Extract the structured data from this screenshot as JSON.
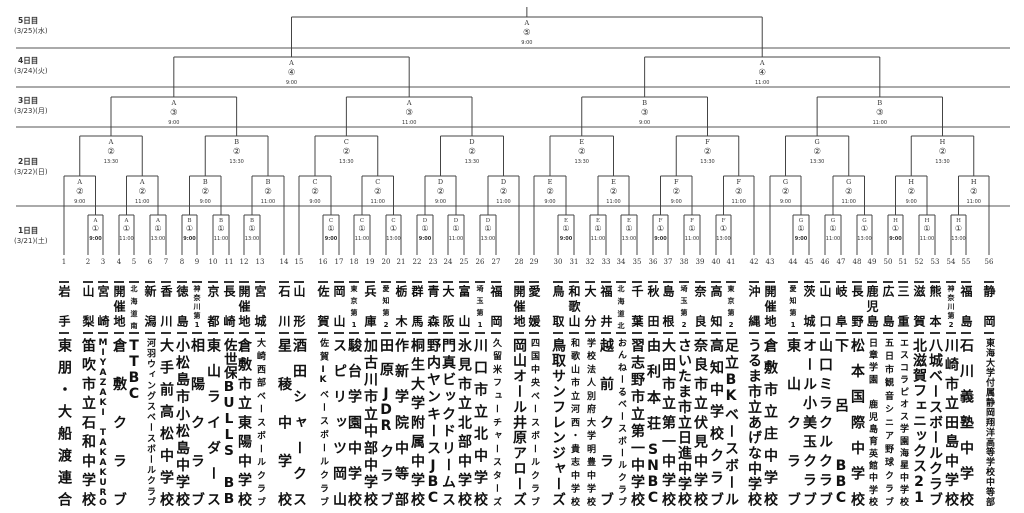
{
  "days": [
    {
      "label": "5日目",
      "date": "(3/25)(水)"
    },
    {
      "label": "4日目",
      "date": "(3/24)(火)"
    },
    {
      "label": "3日目",
      "date": "(3/23)(月)"
    },
    {
      "label": "2日目",
      "date": "(3/22)(日)"
    },
    {
      "label": "1日目",
      "date": "(3/21)(土)"
    }
  ],
  "teams": [
    {
      "no": "1",
      "pref": "岩手",
      "name": "東朋・大船渡連合"
    },
    {
      "no": "2",
      "pref": "山梨",
      "name": "笛吹市立石和中学校"
    },
    {
      "no": "3",
      "pref": "宮崎",
      "name": "MIYAZAKI TAKAKURO"
    },
    {
      "no": "4",
      "pref": "開催地",
      "name": "倉敷クラブ"
    },
    {
      "no": "5",
      "pref": "北海道南",
      "name": "TTBC"
    },
    {
      "no": "6",
      "pref": "新潟",
      "name": "河羽ウィングスベースボールクラブ"
    },
    {
      "no": "7",
      "pref": "香川",
      "name": "大手前高松中学校"
    },
    {
      "no": "8",
      "pref": "徳島",
      "name": "小松島市小松島中学校"
    },
    {
      "no": "9",
      "pref": "神奈川第1",
      "name": "相陽クラブ"
    },
    {
      "no": "10",
      "pref": "京都",
      "name": "東山ライダース"
    },
    {
      "no": "11",
      "pref": "長崎",
      "name": "佐世保BULLS BBC"
    },
    {
      "no": "12",
      "pref": "開催地",
      "name": "倉敷市立東陽中学校"
    },
    {
      "no": "13",
      "pref": "宮城",
      "name": "大崎西部ベースボールクラブ"
    },
    {
      "no": "14",
      "pref": "石川",
      "name": "星稜中学校"
    },
    {
      "no": "15",
      "pref": "山形",
      "name": "酒田シャークス"
    },
    {
      "no": "16",
      "pref": "佐賀",
      "name": "佐賀IKベースボールクラブ"
    },
    {
      "no": "17",
      "pref": "岡山",
      "name": "スピリッツ岡山"
    },
    {
      "no": "18",
      "pref": "東京第1",
      "name": "駿台学園中学校"
    },
    {
      "no": "19",
      "pref": "兵庫",
      "name": "加古川市立中部中学校"
    },
    {
      "no": "20",
      "pref": "愛知第2",
      "name": "田原JDRクラブ"
    },
    {
      "no": "21",
      "pref": "栃木",
      "name": "作新学院中等部"
    },
    {
      "no": "22",
      "pref": "群馬",
      "name": "桐生大学附属中学校"
    },
    {
      "no": "23",
      "pref": "青森",
      "name": "野内ヤンキースJBC"
    },
    {
      "no": "24",
      "pref": "大阪",
      "name": "門真ビックドリームス"
    },
    {
      "no": "25",
      "pref": "富山",
      "name": "氷見市立北部中学校"
    },
    {
      "no": "26",
      "pref": "埼玉第1",
      "name": "川口市立北中学校"
    },
    {
      "no": "27",
      "pref": "福岡",
      "name": "久留米フューチャースターズ"
    },
    {
      "no": "28",
      "pref": "開催地",
      "name": "岡山オール井原アローズ"
    },
    {
      "no": "29",
      "pref": "愛媛",
      "name": "四国中央ベースボールクラブ"
    },
    {
      "no": "30",
      "pref": "鳥取",
      "name": "鳥取サンフレンジャーズ"
    },
    {
      "no": "31",
      "pref": "和歌山",
      "name": "和歌山市立河西・貴志中学校"
    },
    {
      "no": "32",
      "pref": "大分",
      "name": "学校法人別府大学明豊中学校"
    },
    {
      "no": "33",
      "pref": "福井",
      "name": "越前クラブ"
    },
    {
      "no": "34",
      "pref": "北海道北",
      "name": "おんねーるベースボールクラブ"
    },
    {
      "no": "35",
      "pref": "千葉",
      "name": "習志野市立第一中学校"
    },
    {
      "no": "36",
      "pref": "秋田",
      "name": "由利本荘SNBC"
    },
    {
      "no": "37",
      "pref": "島根",
      "name": "大田市立第一中学校"
    },
    {
      "no": "38",
      "pref": "埼玉第2",
      "name": "さいたま市立日進中学校"
    },
    {
      "no": "39",
      "pref": "奈良",
      "name": "奈良市立伏見中学校"
    },
    {
      "no": "40",
      "pref": "高知",
      "name": "高知中学校クラブ"
    },
    {
      "no": "41",
      "pref": "東京第2",
      "name": "足立BKベースボール"
    },
    {
      "no": "42",
      "pref": "沖縄",
      "name": "うるま市立あげな中学校"
    },
    {
      "no": "43",
      "pref": "開催地",
      "name": "倉敷市立庄中学校"
    },
    {
      "no": "44",
      "pref": "愛知第1",
      "name": "東山クラブ"
    },
    {
      "no": "45",
      "pref": "茨城",
      "name": "オール小美玉クラブ"
    },
    {
      "no": "46",
      "pref": "山口",
      "name": "山口ミラクルクラブ"
    },
    {
      "no": "47",
      "pref": "岐阜",
      "name": "下呂BBC"
    },
    {
      "no": "48",
      "pref": "長野",
      "name": "松本国際中学校"
    },
    {
      "no": "49",
      "pref": "鹿児島",
      "name": "日章学園 鹿児島育英館中学校"
    },
    {
      "no": "50",
      "pref": "広島",
      "name": "五日市観音シニア野球クラブ"
    },
    {
      "no": "51",
      "pref": "三重",
      "name": "エスコラピオス学園海星中学校"
    },
    {
      "no": "52",
      "pref": "滋賀",
      "name": "北滋賀フェニックス21"
    },
    {
      "no": "53",
      "pref": "熊本",
      "name": "八城ベースボールクラブ"
    },
    {
      "no": "54",
      "pref": "神奈川第2",
      "name": "川崎市立田島中学校"
    },
    {
      "no": "55",
      "pref": "福島",
      "name": "石川義塾中学校"
    },
    {
      "no": "56",
      "pref": "静岡",
      "name": "東海大学付属静岡翔洋高等学校中等部"
    }
  ],
  "bracket": {
    "b": "A",
    "r": "⑤",
    "t": "9:00",
    "lv": 6,
    "c": [
      {
        "b": "A",
        "r": "④",
        "t": "9:00",
        "lv": 5,
        "c": [
          {
            "b": "A",
            "r": "③",
            "t": "9:00",
            "lv": 4,
            "c": [
              {
                "b": "A",
                "r": "②",
                "t": "13:30",
                "lv": 3,
                "c": [
                  {
                    "b": "A",
                    "r": "②",
                    "t": "9:00",
                    "lv": 2,
                    "c": [
                      1,
                      {
                        "b": "A",
                        "r": "①",
                        "t": "9:00",
                        "lv": 1,
                        "c": [
                          2,
                          3
                        ]
                      }
                    ]
                  },
                  {
                    "b": "A",
                    "r": "②",
                    "t": "11:00",
                    "lv": 2,
                    "c": [
                      {
                        "b": "A",
                        "r": "①",
                        "t": "11:00",
                        "lv": 1,
                        "c": [
                          4,
                          5
                        ]
                      },
                      {
                        "b": "A",
                        "r": "①",
                        "t": "13:00",
                        "lv": 1,
                        "c": [
                          6,
                          7
                        ]
                      }
                    ]
                  }
                ]
              },
              {
                "b": "B",
                "r": "②",
                "t": "13:30",
                "lv": 3,
                "c": [
                  {
                    "b": "B",
                    "r": "②",
                    "t": "9:00",
                    "lv": 2,
                    "c": [
                      {
                        "b": "B",
                        "r": "①",
                        "t": "9:00",
                        "lv": 1,
                        "c": [
                          8,
                          9
                        ]
                      },
                      {
                        "b": "B",
                        "r": "①",
                        "t": "11:00",
                        "lv": 1,
                        "c": [
                          10,
                          11
                        ]
                      }
                    ]
                  },
                  {
                    "b": "B",
                    "r": "②",
                    "t": "11:00",
                    "lv": 2,
                    "c": [
                      {
                        "b": "B",
                        "r": "①",
                        "t": "13:00",
                        "lv": 1,
                        "c": [
                          12,
                          13
                        ]
                      },
                      14
                    ]
                  }
                ]
              }
            ]
          },
          {
            "b": "A",
            "r": "③",
            "t": "11:00",
            "lv": 4,
            "c": [
              {
                "b": "C",
                "r": "②",
                "t": "13:30",
                "lv": 3,
                "c": [
                  {
                    "b": "C",
                    "r": "②",
                    "t": "9:00",
                    "lv": 2,
                    "c": [
                      15,
                      {
                        "b": "C",
                        "r": "①",
                        "t": "9:00",
                        "lv": 1,
                        "c": [
                          16,
                          17
                        ]
                      }
                    ]
                  },
                  {
                    "b": "C",
                    "r": "②",
                    "t": "11:00",
                    "lv": 2,
                    "c": [
                      {
                        "b": "C",
                        "r": "①",
                        "t": "11:00",
                        "lv": 1,
                        "c": [
                          18,
                          19
                        ]
                      },
                      {
                        "b": "C",
                        "r": "①",
                        "t": "13:00",
                        "lv": 1,
                        "c": [
                          20,
                          21
                        ]
                      }
                    ]
                  }
                ]
              },
              {
                "b": "D",
                "r": "②",
                "t": "13:30",
                "lv": 3,
                "c": [
                  {
                    "b": "D",
                    "r": "②",
                    "t": "9:00",
                    "lv": 2,
                    "c": [
                      {
                        "b": "D",
                        "r": "①",
                        "t": "9:00",
                        "lv": 1,
                        "c": [
                          22,
                          23
                        ]
                      },
                      {
                        "b": "D",
                        "r": "①",
                        "t": "11:00",
                        "lv": 1,
                        "c": [
                          24,
                          25
                        ]
                      }
                    ]
                  },
                  {
                    "b": "D",
                    "r": "②",
                    "t": "11:00",
                    "lv": 2,
                    "c": [
                      {
                        "b": "D",
                        "r": "①",
                        "t": "13:00",
                        "lv": 1,
                        "c": [
                          26,
                          27
                        ]
                      },
                      28
                    ]
                  }
                ]
              }
            ]
          }
        ]
      },
      {
        "b": "A",
        "r": "④",
        "t": "11:00",
        "lv": 5,
        "c": [
          {
            "b": "B",
            "r": "③",
            "t": "9:00",
            "lv": 4,
            "c": [
              {
                "b": "E",
                "r": "②",
                "t": "13:30",
                "lv": 3,
                "c": [
                  {
                    "b": "E",
                    "r": "②",
                    "t": "9:00",
                    "lv": 2,
                    "c": [
                      29,
                      {
                        "b": "E",
                        "r": "①",
                        "t": "9:00",
                        "lv": 1,
                        "c": [
                          30,
                          31
                        ]
                      }
                    ]
                  },
                  {
                    "b": "E",
                    "r": "②",
                    "t": "11:00",
                    "lv": 2,
                    "c": [
                      {
                        "b": "E",
                        "r": "①",
                        "t": "11:00",
                        "lv": 1,
                        "c": [
                          32,
                          33
                        ]
                      },
                      {
                        "b": "E",
                        "r": "①",
                        "t": "13:00",
                        "lv": 1,
                        "c": [
                          34,
                          35
                        ]
                      }
                    ]
                  }
                ]
              },
              {
                "b": "F",
                "r": "②",
                "t": "13:30",
                "lv": 3,
                "c": [
                  {
                    "b": "F",
                    "r": "②",
                    "t": "9:00",
                    "lv": 2,
                    "c": [
                      {
                        "b": "F",
                        "r": "①",
                        "t": "9:00",
                        "lv": 1,
                        "c": [
                          36,
                          37
                        ]
                      },
                      {
                        "b": "F",
                        "r": "①",
                        "t": "11:00",
                        "lv": 1,
                        "c": [
                          38,
                          39
                        ]
                      }
                    ]
                  },
                  {
                    "b": "F",
                    "r": "②",
                    "t": "11:00",
                    "lv": 2,
                    "c": [
                      {
                        "b": "F",
                        "r": "①",
                        "t": "13:00",
                        "lv": 1,
                        "c": [
                          40,
                          41
                        ]
                      },
                      42
                    ]
                  }
                ]
              }
            ]
          },
          {
            "b": "B",
            "r": "③",
            "t": "11:00",
            "lv": 4,
            "c": [
              {
                "b": "G",
                "r": "②",
                "t": "13:30",
                "lv": 3,
                "c": [
                  {
                    "b": "G",
                    "r": "②",
                    "t": "9:00",
                    "lv": 2,
                    "c": [
                      43,
                      {
                        "b": "G",
                        "r": "①",
                        "t": "9:00",
                        "lv": 1,
                        "c": [
                          44,
                          45
                        ]
                      }
                    ]
                  },
                  {
                    "b": "G",
                    "r": "②",
                    "t": "11:00",
                    "lv": 2,
                    "c": [
                      {
                        "b": "G",
                        "r": "①",
                        "t": "11:00",
                        "lv": 1,
                        "c": [
                          46,
                          47
                        ]
                      },
                      {
                        "b": "G",
                        "r": "①",
                        "t": "13:00",
                        "lv": 1,
                        "c": [
                          48,
                          49
                        ]
                      }
                    ]
                  }
                ]
              },
              {
                "b": "H",
                "r": "②",
                "t": "13:30",
                "lv": 3,
                "c": [
                  {
                    "b": "H",
                    "r": "②",
                    "t": "9:00",
                    "lv": 2,
                    "c": [
                      {
                        "b": "H",
                        "r": "①",
                        "t": "9:00",
                        "lv": 1,
                        "c": [
                          50,
                          51
                        ]
                      },
                      {
                        "b": "H",
                        "r": "①",
                        "t": "11:00",
                        "lv": 1,
                        "c": [
                          52,
                          53
                        ]
                      }
                    ]
                  },
                  {
                    "b": "H",
                    "r": "②",
                    "t": "11:00",
                    "lv": 2,
                    "c": [
                      {
                        "b": "H",
                        "r": "①",
                        "t": "13:00",
                        "lv": 1,
                        "c": [
                          54,
                          55
                        ]
                      },
                      56
                    ]
                  }
                ]
              }
            ]
          }
        ]
      }
    ]
  }
}
